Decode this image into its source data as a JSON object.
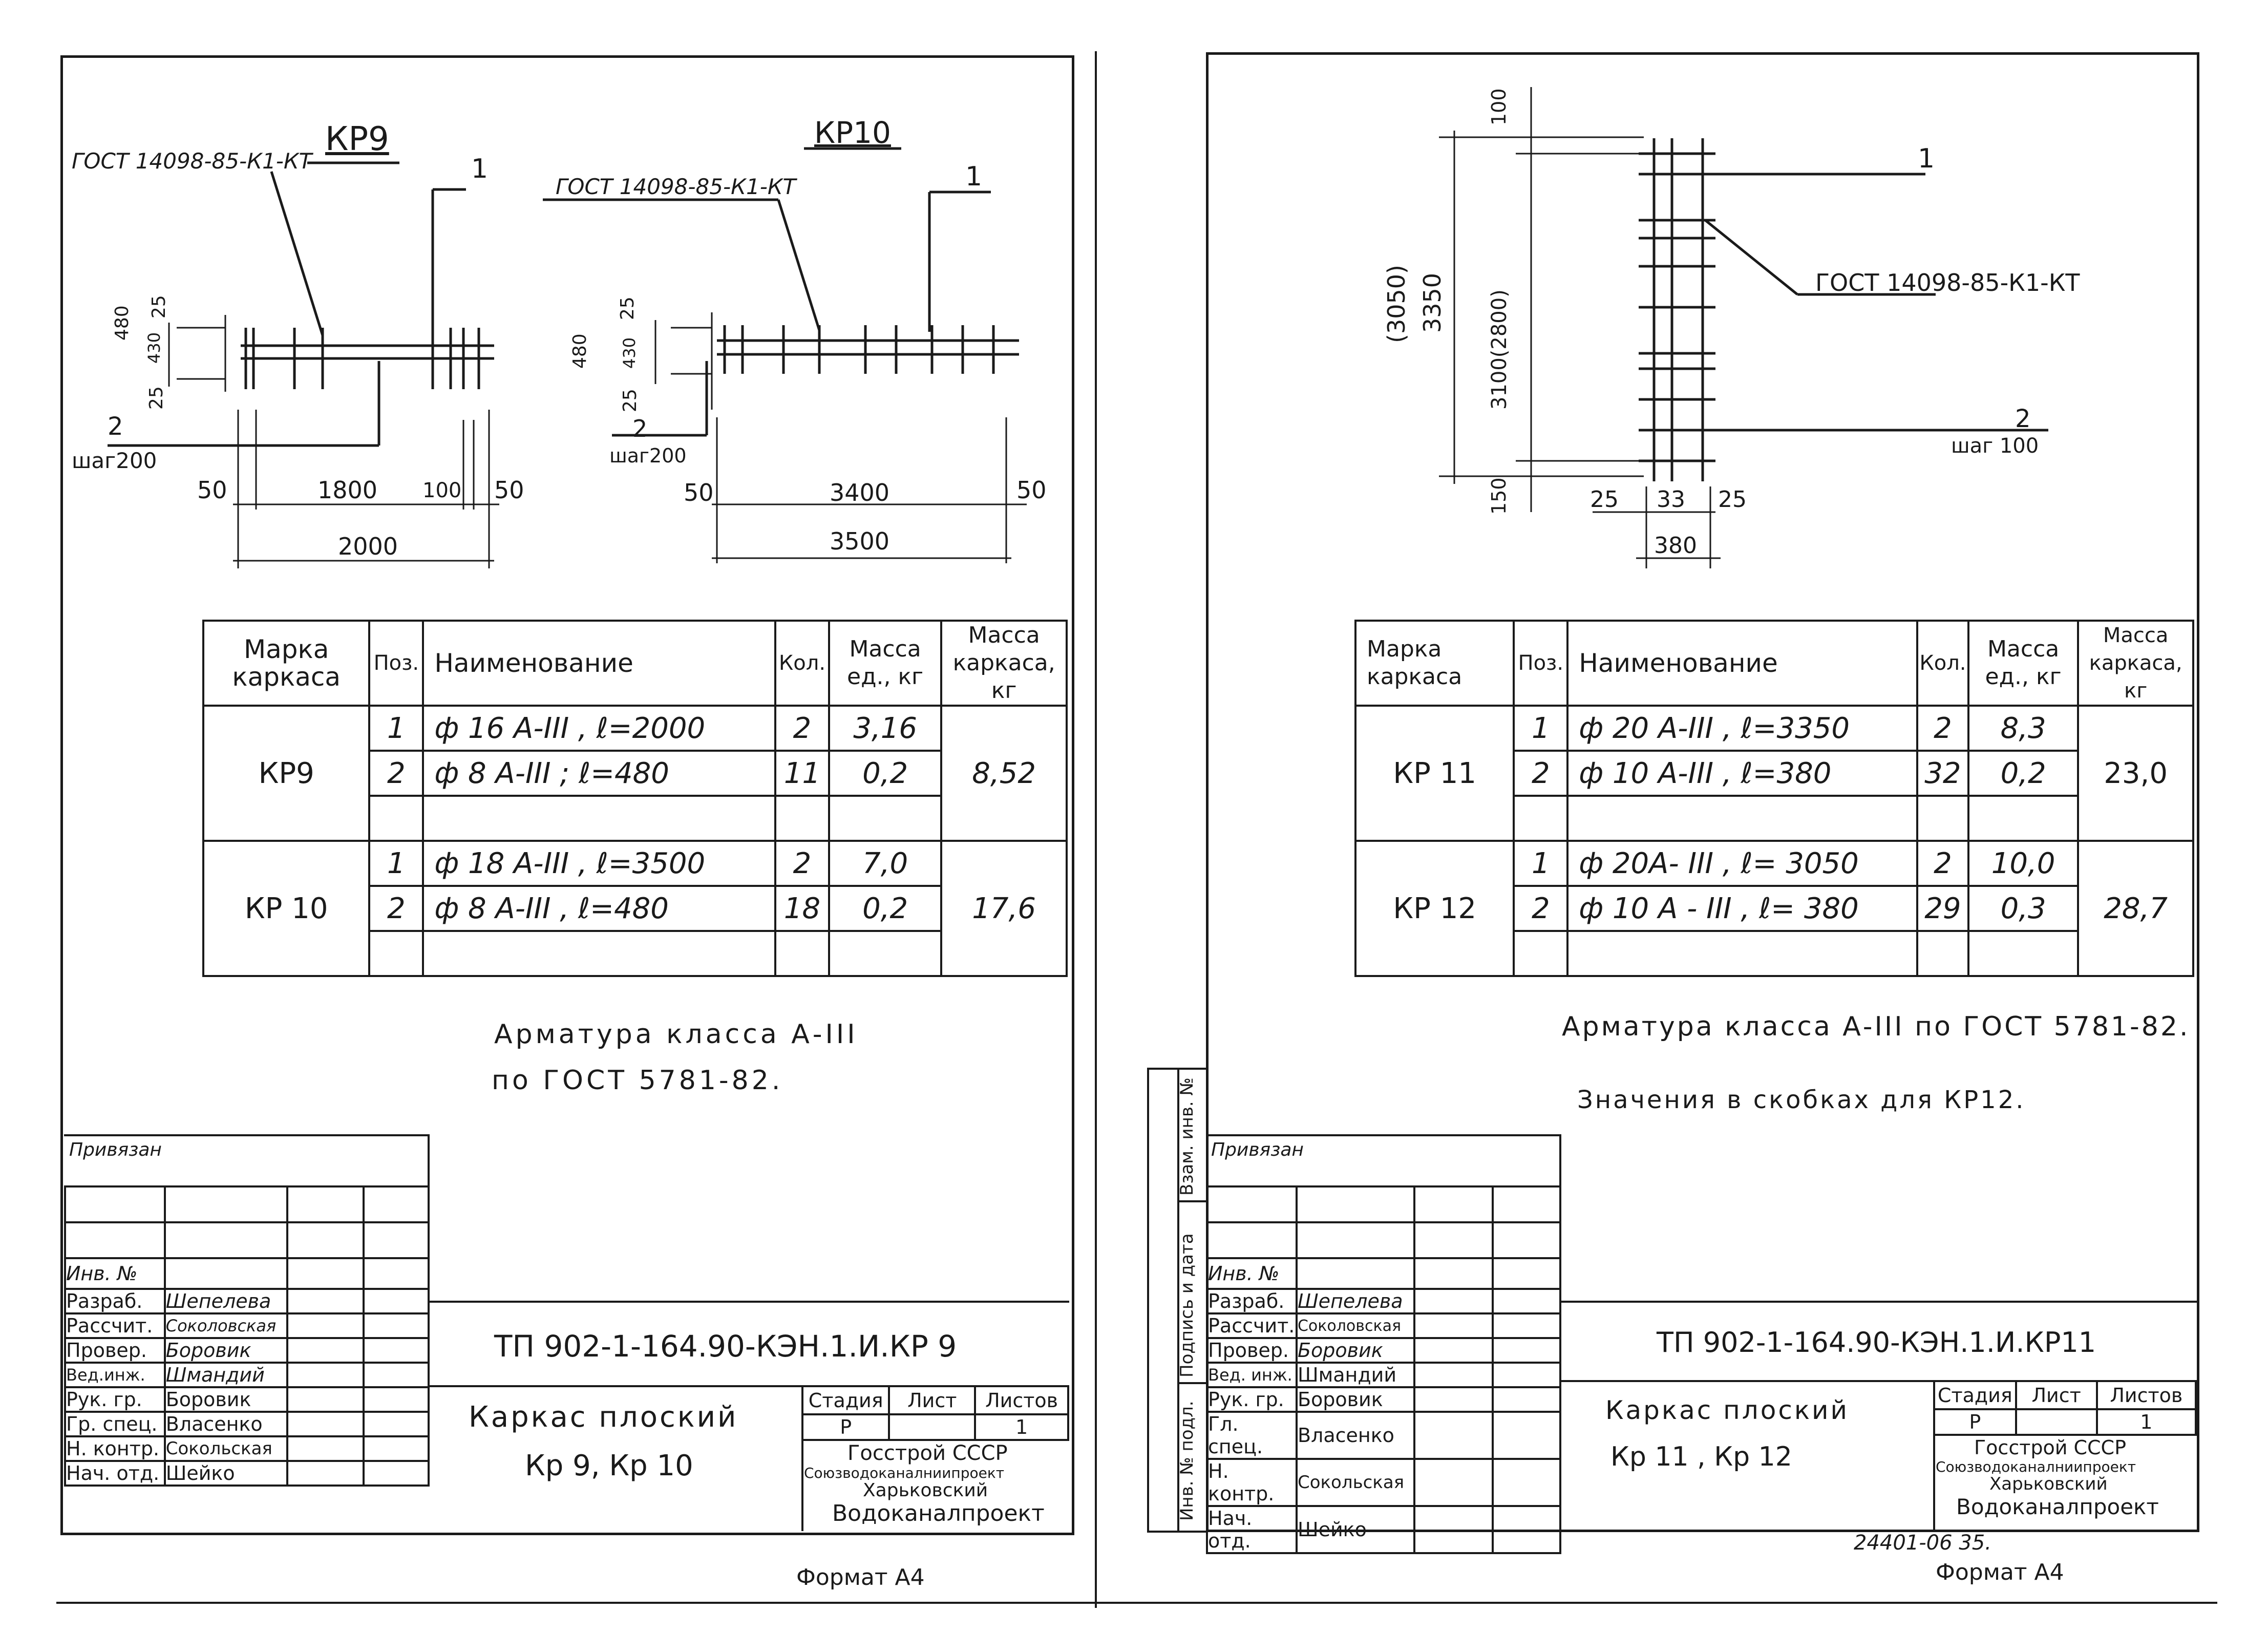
{
  "left": {
    "kp9": {
      "title": "КР9",
      "gost": "ГОСТ 14098-85-К1-КТ",
      "callout": "1",
      "pos2": "2",
      "step": "шаг200",
      "dims": {
        "h480": "480",
        "h430": "430",
        "h25a": "25",
        "h25b": "25",
        "d50a": "50",
        "d1800": "1800",
        "d100": "100",
        "d50b": "50",
        "d2000": "2000"
      }
    },
    "kp10": {
      "title": "КР10",
      "gost": "ГОСТ 14098-85-К1-КТ",
      "callout": "1",
      "pos2": "2",
      "step": "шаг200",
      "dims": {
        "h480": "480",
        "h430": "430",
        "h25a": "25",
        "h25b": "25",
        "d50a": "50",
        "d3400": "3400",
        "d50b": "50",
        "d3500": "3500"
      }
    },
    "table": {
      "headers": [
        "Марка каркаса",
        "Поз.",
        "Наименование",
        "Кол.",
        "Масса ед., кг",
        "Масса каркаса, кг"
      ],
      "groups": [
        {
          "mark": "КР9",
          "mass": "8,52",
          "rows": [
            {
              "pos": "1",
              "name": "ф 16 А-III , ℓ=2000",
              "qty": "2",
              "unit": "3,16"
            },
            {
              "pos": "2",
              "name": "ф 8 А-III ; ℓ=480",
              "qty": "11",
              "unit": "0,2"
            }
          ]
        },
        {
          "mark": "КР 10",
          "mass": "17,6",
          "rows": [
            {
              "pos": "1",
              "name": "ф 18 А-III , ℓ=3500",
              "qty": "2",
              "unit": "7,0"
            },
            {
              "pos": "2",
              "name": "ф 8 А-III , ℓ=480",
              "qty": "18",
              "unit": "0,2"
            }
          ]
        }
      ]
    },
    "note1": "Арматура класса А-III",
    "note2": "по ГОСТ 5781-82.",
    "stamp": {
      "privyazan": "Привязан",
      "inv": "Инв. №",
      "roles": [
        "Разраб.",
        "Рассчит.",
        "Провер.",
        "Вед.инж.",
        "Рук. гр.",
        "Гр. спец.",
        "Н. контр.",
        "Нач. отд."
      ],
      "names": [
        "Шепелева",
        "Соколовская",
        "Боровик",
        "Шмандий",
        "Боровик",
        "Власенко",
        "Сокольская",
        "Шейко"
      ],
      "code": "ТП 902-1-164.90-КЭН.1.И.КР 9",
      "title1": "Каркас плоский",
      "title2": "Кр 9, Кр 10",
      "stage_h": "Стадия",
      "sheet_h": "Лист",
      "sheets_h": "Листов",
      "stage": "Р",
      "sheets": "1",
      "org1": "Госстрой СССР",
      "org2": "Союзводоканалниипроект",
      "org3": "Харьковский",
      "org4": "Водоканалпроект"
    },
    "format": "Формат А4"
  },
  "right": {
    "diagram": {
      "dims": {
        "d100": "100",
        "d3050": "(3050)",
        "d3350": "3350",
        "d3100": "3100(2800)",
        "d150": "150",
        "d25a": "25",
        "d33": "33",
        "d25b": "25",
        "d380": "380"
      },
      "callout1": "1",
      "gost": "ГОСТ 14098-85-К1-КТ",
      "callout2": "2",
      "step": "шаг 100"
    },
    "table": {
      "headers": [
        "Марка каркаса",
        "Поз.",
        "Наименование",
        "Кол.",
        "Масса ед., кг",
        "Масса каркаса, кг"
      ],
      "groups": [
        {
          "mark": "КР 11",
          "mass": "23,0",
          "rows": [
            {
              "pos": "1",
              "name": "ф 20 А-III , ℓ=3350",
              "qty": "2",
              "unit": "8,3"
            },
            {
              "pos": "2",
              "name": "ф 10 А-III , ℓ=380",
              "qty": "32",
              "unit": "0,2"
            }
          ]
        },
        {
          "mark": "КР 12",
          "mass": "28,7",
          "rows": [
            {
              "pos": "1",
              "name": "ф 20А- III , ℓ= 3050",
              "qty": "2",
              "unit": "10,0"
            },
            {
              "pos": "2",
              "name": "ф 10 А - III , ℓ= 380",
              "qty": "29",
              "unit": "0,3"
            }
          ]
        }
      ]
    },
    "note1": "Арматура класса А-III по ГОСТ 5781-82.",
    "note2": "Значения в скобках для КР12.",
    "side": {
      "a": "Взам. инв. №",
      "b": "Подпись и дата",
      "c": "Инв. № подл."
    },
    "stamp": {
      "privyazan": "Привязан",
      "inv": "Инв. №",
      "roles": [
        "Разраб.",
        "Рассчит.",
        "Провер.",
        "Вед. инж.",
        "Рук. гр.",
        "Гл. спец.",
        "Н. контр.",
        "Нач. отд."
      ],
      "names": [
        "Шепелева",
        "Соколовская",
        "Боровик",
        "Шмандий",
        "Боровик",
        "Власенко",
        "Сокольская",
        "Шейко"
      ],
      "code": "ТП 902-1-164.90-КЭН.1.И.КР11",
      "title1": "Каркас плоский",
      "title2": "Кр 11 , Кр 12",
      "stage_h": "Стадия",
      "sheet_h": "Лист",
      "sheets_h": "Листов",
      "stage": "Р",
      "sheets": "1",
      "org1": "Госстрой СССР",
      "org2": "Союзводоканалниипроект",
      "org3": "Харьковский",
      "org4": "Водоканалпроект"
    },
    "archive": "24401-06   35.",
    "format": "Формат А4"
  }
}
